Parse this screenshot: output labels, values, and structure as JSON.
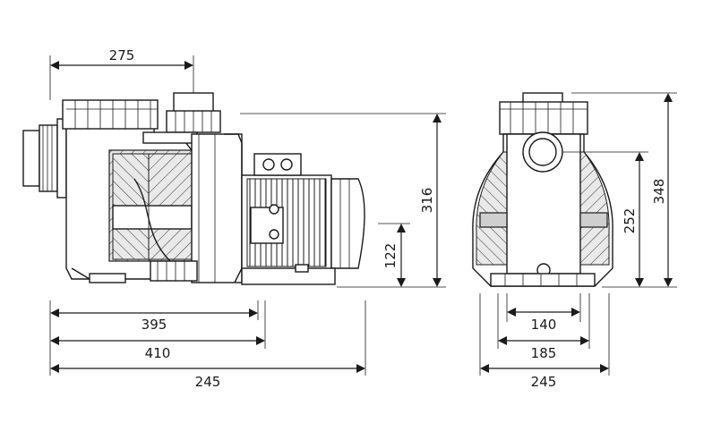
{
  "side_view": {
    "dim_top": "275",
    "dim_395": "395",
    "dim_410": "410",
    "dim_bottom": "245",
    "dim_height": "316",
    "dim_axis": "122"
  },
  "front_view": {
    "dim_140": "140",
    "dim_185": "185",
    "dim_bottom": "245",
    "dim_252": "252",
    "dim_348": "348"
  },
  "colors": {
    "line": "#1a1a1a",
    "hatch_fill": "#e9e9e9",
    "dark_fill": "#cfcfcf"
  }
}
